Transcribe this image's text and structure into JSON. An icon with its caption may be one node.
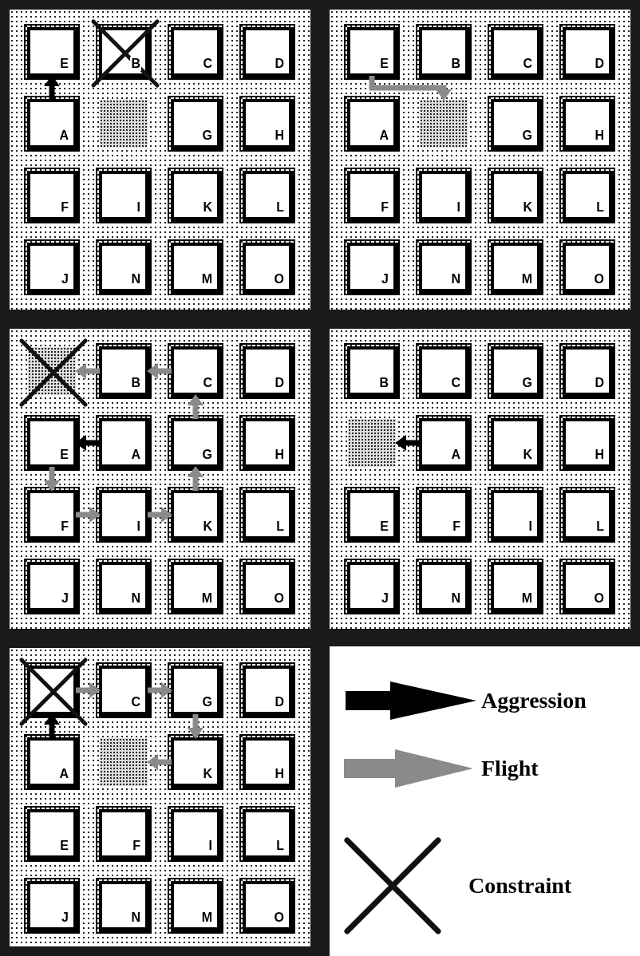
{
  "diagram": {
    "nodes": [
      {
        "text": [],
        "shape": "box"
      },
      {
        "text": [
          "E"
        ],
        "in": 0
      },
      {
        "text": [
          "B"
        ],
        "in": 0
      },
      {
        "text": [
          "C"
        ],
        "in": 0
      },
      {
        "text": [
          "D"
        ],
        "in": 0
      },
      {
        "text": [
          "A"
        ],
        "in": 0
      },
      {
        "text": [],
        "shape": "box",
        "in": 0
      },
      {
        "text": [
          "G"
        ],
        "in": 0
      },
      {
        "text": [
          "H"
        ],
        "in": 0
      },
      {
        "text": [
          "F"
        ],
        "in": 0
      },
      {
        "text": [
          "I"
        ],
        "in": 0
      },
      {
        "text": [
          "K"
        ],
        "in": 0
      },
      {
        "text": [
          "L"
        ],
        "in": 0
      },
      {
        "text": [
          "J"
        ],
        "in": 0
      },
      {
        "text": [
          "N"
        ],
        "in": 0
      },
      {
        "text": [
          "M"
        ],
        "in": 0
      },
      {
        "text": [
          "O"
        ],
        "in": 0
      },
      {
        "text": [],
        "shape": "box"
      },
      {
        "text": [
          "E"
        ],
        "in": 17
      },
      {
        "text": [
          "B"
        ],
        "in": 17
      },
      {
        "text": [
          "C"
        ],
        "in": 17
      },
      {
        "text": [
          "D"
        ],
        "in": 17
      },
      {
        "text": [
          "A"
        ],
        "in": 17
      },
      {
        "text": [],
        "shape": "box",
        "in": 17
      },
      {
        "text": [
          "G"
        ],
        "in": 17
      },
      {
        "text": [
          "H"
        ],
        "in": 17
      },
      {
        "text": [
          "F"
        ],
        "in": 17
      },
      {
        "text": [
          "I"
        ],
        "in": 17
      },
      {
        "text": [
          "K"
        ],
        "in": 17
      },
      {
        "text": [
          "L"
        ],
        "in": 17
      },
      {
        "text": [
          "J"
        ],
        "in": 17
      },
      {
        "text": [
          "N"
        ],
        "in": 17
      },
      {
        "text": [
          "M"
        ],
        "in": 17
      },
      {
        "text": [
          "O"
        ],
        "in": 17
      },
      {
        "text": [],
        "shape": "box"
      },
      {
        "text": [],
        "shape": "box",
        "in": 34
      },
      {
        "text": [
          "B"
        ],
        "in": 34
      },
      {
        "text": [
          "C"
        ],
        "in": 34
      },
      {
        "text": [
          "D"
        ],
        "in": 34
      },
      {
        "text": [
          "E"
        ],
        "in": 34
      },
      {
        "text": [
          "A"
        ],
        "in": 34
      },
      {
        "text": [
          "G"
        ],
        "in": 34
      },
      {
        "text": [
          "H"
        ],
        "in": 34
      },
      {
        "text": [
          "F"
        ],
        "in": 34
      },
      {
        "text": [
          "I"
        ],
        "in": 34
      },
      {
        "text": [
          "K"
        ],
        "in": 34
      },
      {
        "text": [
          "L"
        ],
        "in": 34
      },
      {
        "text": [
          "J"
        ],
        "in": 34
      },
      {
        "text": [
          "N"
        ],
        "in": 34
      },
      {
        "text": [
          "M"
        ],
        "in": 34
      },
      {
        "text": [
          "O"
        ],
        "in": 34
      },
      {
        "text": [],
        "shape": "box"
      },
      {
        "text": [
          "B"
        ],
        "in": 51
      },
      {
        "text": [
          "C"
        ],
        "in": 51
      },
      {
        "text": [
          "G"
        ],
        "in": 51
      },
      {
        "text": [
          "D"
        ],
        "in": 51
      },
      {
        "text": [],
        "shape": "box",
        "in": 51
      },
      {
        "text": [
          "A"
        ],
        "in": 51
      },
      {
        "text": [
          "K"
        ],
        "in": 51
      },
      {
        "text": [
          "H"
        ],
        "in": 51
      },
      {
        "text": [
          "E"
        ],
        "in": 51
      },
      {
        "text": [
          "F"
        ],
        "in": 51
      },
      {
        "text": [
          "I"
        ],
        "in": 51
      },
      {
        "text": [
          "L"
        ],
        "in": 51
      },
      {
        "text": [
          "J"
        ],
        "in": 51
      },
      {
        "text": [
          "N"
        ],
        "in": 51
      },
      {
        "text": [
          "M"
        ],
        "in": 51
      },
      {
        "text": [
          "O"
        ],
        "in": 51
      },
      {
        "text": [],
        "shape": "box"
      },
      {
        "text": [],
        "shape": "box",
        "in": 68
      },
      {
        "text": [
          "C"
        ],
        "in": 68
      },
      {
        "text": [
          "G"
        ],
        "in": 68
      },
      {
        "text": [
          "D"
        ],
        "in": 68
      },
      {
        "text": [
          "A"
        ],
        "in": 68
      },
      {
        "text": [],
        "shape": "box",
        "in": 68
      },
      {
        "text": [
          "K"
        ],
        "in": 68
      },
      {
        "text": [
          "H"
        ],
        "in": 68
      },
      {
        "text": [
          "E"
        ],
        "in": 68
      },
      {
        "text": [
          "F"
        ],
        "in": 68
      },
      {
        "text": [
          "I"
        ],
        "in": 68
      },
      {
        "text": [
          "L"
        ],
        "in": 68
      },
      {
        "text": [
          "J"
        ],
        "in": 68
      },
      {
        "text": [
          "N"
        ],
        "in": 68
      },
      {
        "text": [
          "M"
        ],
        "in": 68
      },
      {
        "text": [
          "O"
        ],
        "in": 68
      }
    ],
    "edges": [
      {
        "from": 5,
        "to": 1,
        "arrow": "to",
        "color": "#000000"
      },
      {
        "from": 18,
        "to": 23,
        "arrow": "to"
      },
      {
        "from": 40,
        "to": 39,
        "arrow": "to",
        "color": "#000000"
      },
      {
        "from": 39,
        "to": 43,
        "arrow": "to"
      },
      {
        "from": 43,
        "to": 44,
        "arrow": "to"
      },
      {
        "from": 44,
        "to": 45,
        "arrow": "to"
      },
      {
        "from": 45,
        "to": 41,
        "arrow": "to"
      },
      {
        "from": 41,
        "to": 37,
        "arrow": "to"
      },
      {
        "from": 37,
        "to": 36,
        "arrow": "to"
      },
      {
        "from": 36,
        "to": 35,
        "arrow": "to"
      },
      {
        "from": 57,
        "to": 56,
        "arrow": "to",
        "color": "#000000"
      },
      {
        "from": 73,
        "to": 69,
        "arrow": "to",
        "color": "#000000"
      },
      {
        "from": 69,
        "to": 70,
        "arrow": "to"
      },
      {
        "from": 70,
        "to": 71,
        "arrow": "to"
      },
      {
        "from": 71,
        "to": 75,
        "arrow": "to"
      },
      {
        "from": 75,
        "to": 74,
        "arrow": "to"
      }
    ],
    "legend": [
      {
        "text": "Aggression"
      },
      {
        "text": "Flight"
      },
      {
        "text": "Constraint"
      }
    ]
  }
}
